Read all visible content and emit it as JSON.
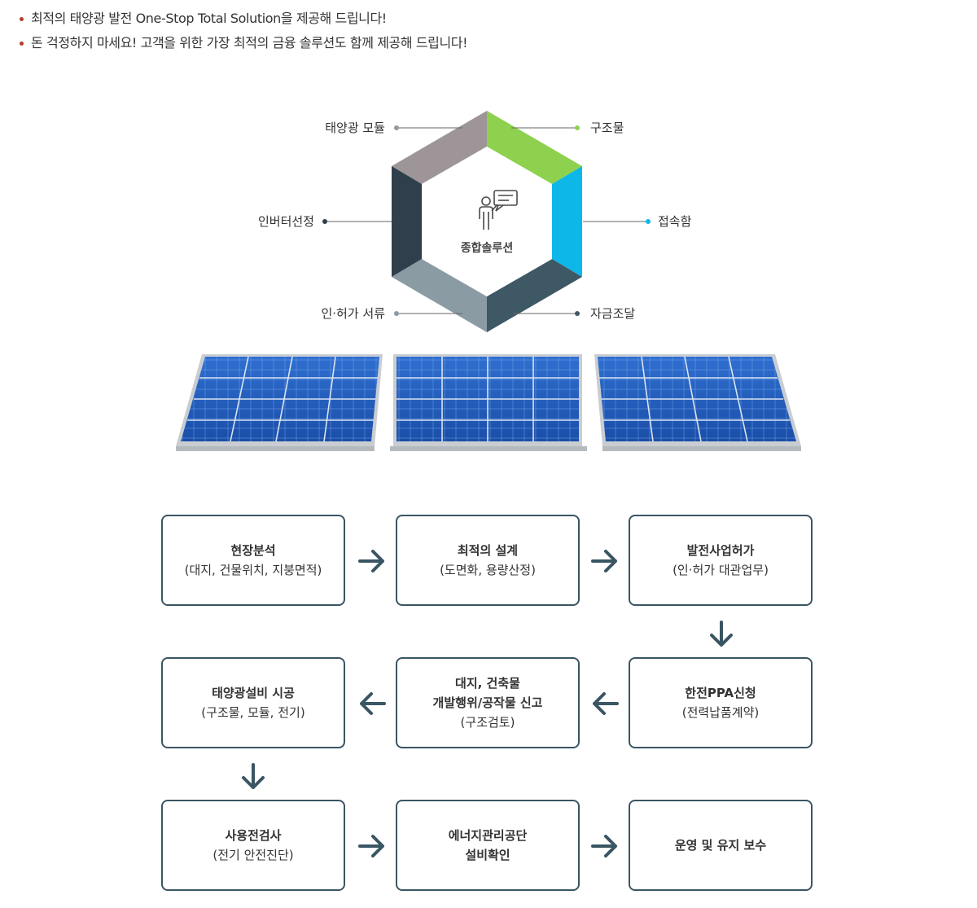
{
  "intro": {
    "bullets": [
      "최적의 태양광 발전 One-Stop Total Solution을 제공해 드립니다!",
      "돈 걱정하지 마세요! 고객을 위한 가장 최적의 금융 솔루션도 함께 제공해 드립니다!"
    ]
  },
  "hexagon": {
    "center_label": "종합솔루션",
    "center_icon": "presenter-speech-bubble-icon",
    "segments": [
      {
        "label": "태양광 모듈",
        "color": "#9d9597"
      },
      {
        "label": "구조물",
        "color": "#8ed14f"
      },
      {
        "label": "접속함",
        "color": "#0db7e8"
      },
      {
        "label": "자금조달",
        "color": "#3f5866"
      },
      {
        "label": "인·허가 서류",
        "color": "#8a9ba4"
      },
      {
        "label": "인버터선정",
        "color": "#2f3f4b"
      }
    ]
  },
  "panels": {
    "count": 3,
    "icon": "solar-panel-icon"
  },
  "flow": {
    "steps": [
      {
        "title": "현장분석",
        "sub": "(대지, 건물위치, 지붕면적)"
      },
      {
        "title": "최적의 설계",
        "sub": "(도면화, 용량산정)"
      },
      {
        "title": "발전사업허가",
        "sub": "(인·허가 대관업무)"
      },
      {
        "title": "한전PPA신청",
        "sub": "(전력납품계약)"
      },
      {
        "title": "대지, 건축물",
        "title2": "개발행위/공작물 신고",
        "sub": "(구조검토)"
      },
      {
        "title": "태양광설비 시공",
        "sub": "(구조물, 모듈, 전기)"
      },
      {
        "title": "사용전검사",
        "sub": "(전기 안전진단)"
      },
      {
        "title": "에너지관리공단",
        "sub": "설비확인"
      },
      {
        "title": "운영 및 유지 보수"
      }
    ],
    "arrow_color": "#3a5563",
    "border_color": "#3a5563"
  }
}
